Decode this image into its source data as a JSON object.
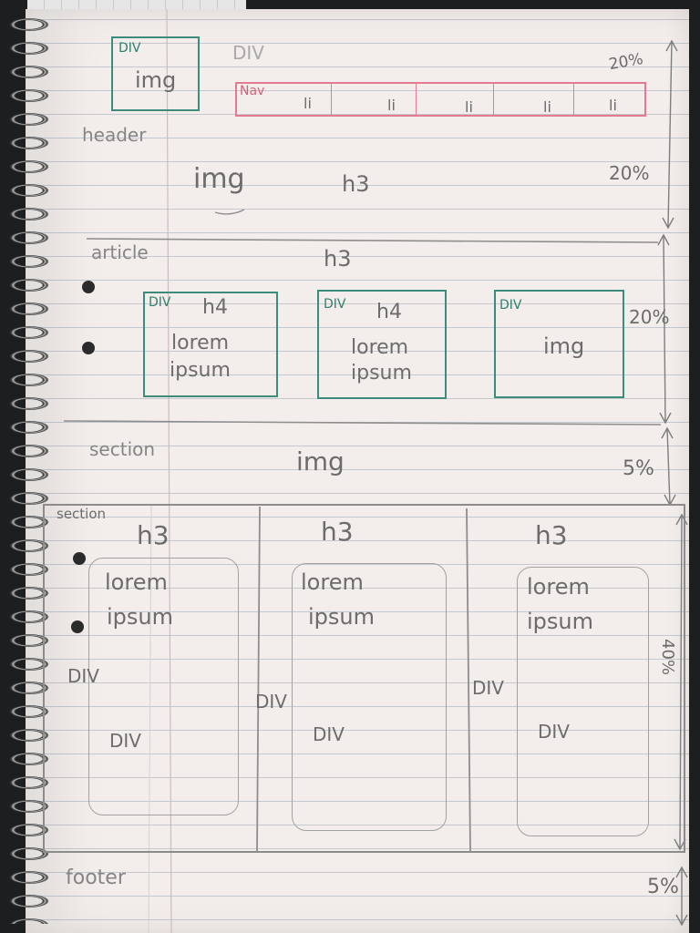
{
  "header": {
    "logo_box": {
      "div_label": "DIV",
      "img_label": "img"
    },
    "div_label": "DIV",
    "nav": {
      "label": "Nav",
      "items": [
        "li",
        "li",
        "li",
        "li",
        "li"
      ]
    },
    "height_note": "20%",
    "label": "header"
  },
  "hero": {
    "img_label": "img",
    "heading": "h3",
    "height_note": "20%"
  },
  "article": {
    "label": "article",
    "heading": "h3",
    "cards": [
      {
        "div_label": "DIV",
        "heading": "h4",
        "text_line1": "lorem",
        "text_line2": "ipsum"
      },
      {
        "div_label": "DIV",
        "heading": "h4",
        "text_line1": "lorem",
        "text_line2": "ipsum"
      },
      {
        "div_label": "DIV",
        "img_label": "img"
      }
    ],
    "height_note": "20%"
  },
  "banner_section": {
    "label": "section",
    "img_label": "img",
    "height_note": "5%"
  },
  "columns_section": {
    "label": "section",
    "height_note": "40%",
    "columns": [
      {
        "heading": "h3",
        "text_line1": "lorem",
        "text_line2": "ipsum",
        "outer_div_label": "DIV",
        "inner_div_label": "DIV"
      },
      {
        "heading": "h3",
        "text_line1": "lorem",
        "text_line2": "ipsum",
        "outer_div_label": "DIV",
        "inner_div_label": "DIV"
      },
      {
        "heading": "h3",
        "text_line1": "lorem",
        "text_line2": "ipsum",
        "outer_div_label": "DIV",
        "inner_div_label": "DIV"
      }
    ]
  },
  "footer": {
    "label": "footer",
    "height_note": "5%"
  },
  "colors": {
    "paper": "#f3eeeb",
    "rule_line": "#c3c9cf",
    "pencil": "#8c8c8c",
    "teal_marker": "#3d8b7a",
    "pink_marker": "#e27a92"
  }
}
